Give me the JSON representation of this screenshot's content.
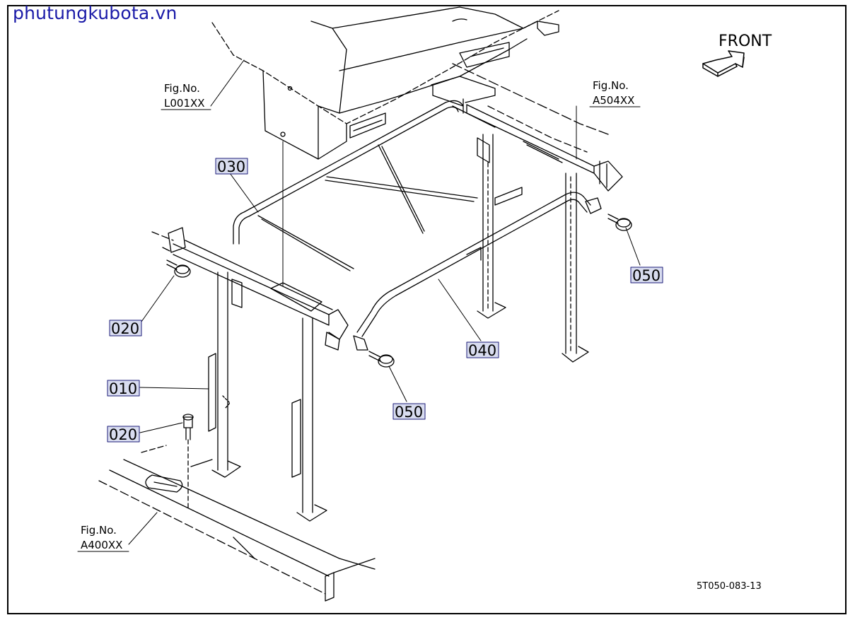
{
  "watermark": "phutungkubota.vn",
  "front_label": "FRONT",
  "drawing_code": "5T050-083-13",
  "fig_refs": [
    {
      "line1": "Fig.No.",
      "line2": "L001XX"
    },
    {
      "line1": "Fig.No.",
      "line2": "A504XX"
    },
    {
      "line1": "Fig.No.",
      "line2": "A400XX"
    }
  ],
  "parts": [
    {
      "label": "010"
    },
    {
      "label": "020"
    },
    {
      "label": "020"
    },
    {
      "label": "030"
    },
    {
      "label": "040"
    },
    {
      "label": "050"
    },
    {
      "label": "050"
    }
  ],
  "colors": {
    "ink": "#000000",
    "label_box": "#d8dcef",
    "label_border": "#1c1c7a",
    "watermark": "#1a1aa8"
  }
}
